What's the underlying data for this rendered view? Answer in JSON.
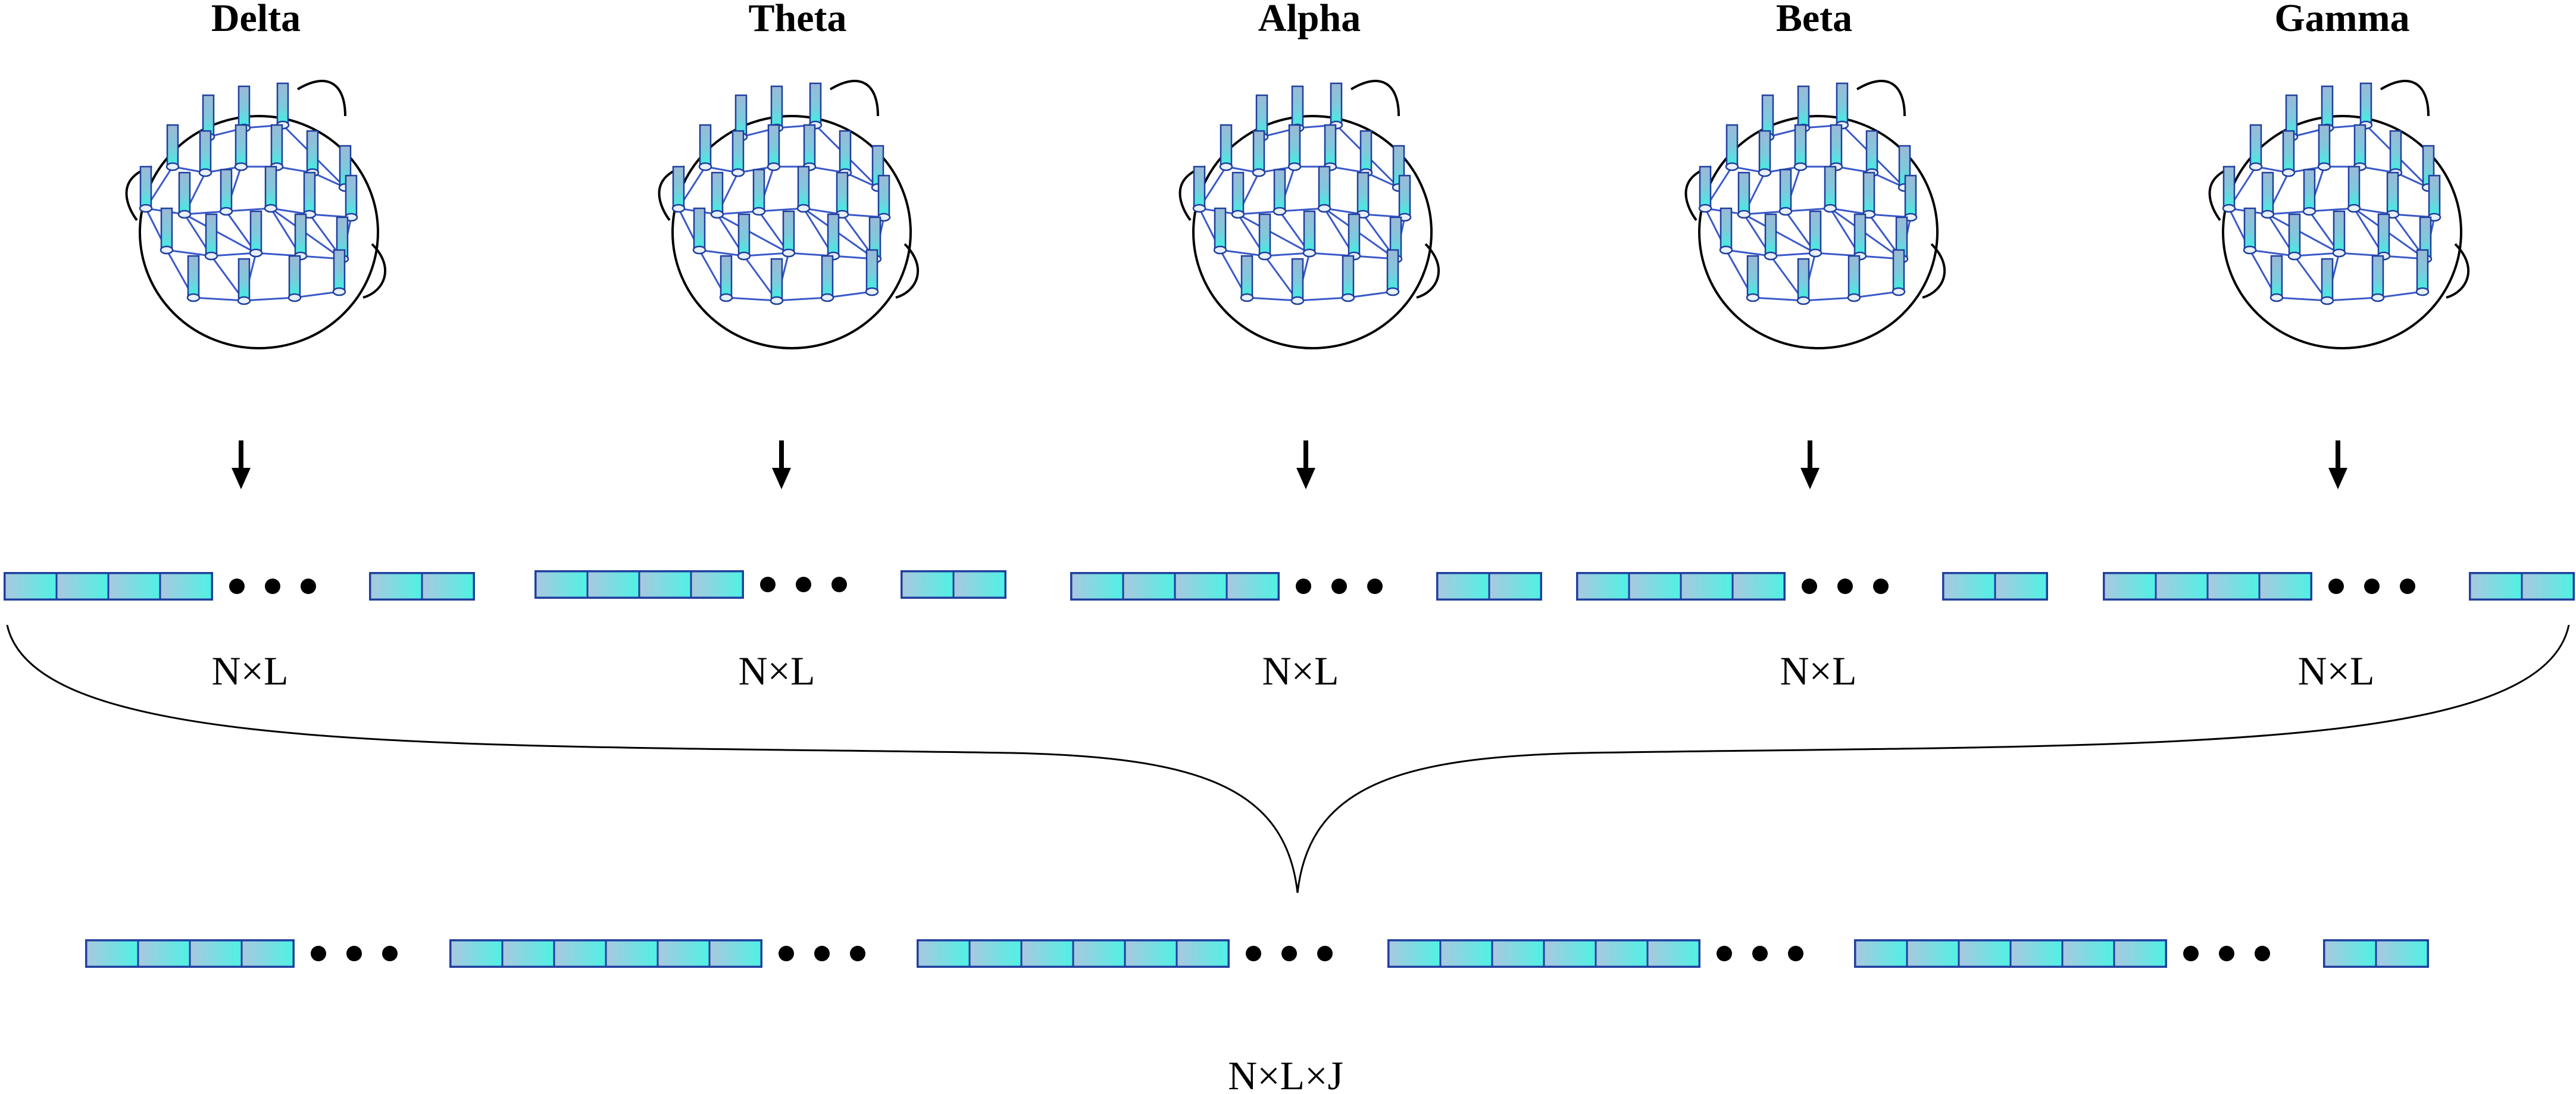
{
  "colors": {
    "cell_fill_light": "#aac7df",
    "cell_fill_cyan": "#4ef2e4",
    "cell_border": "#1f3f9e",
    "network_line": "#3a59c8",
    "ink": "#000000"
  },
  "bands": [
    {
      "title": "Delta",
      "dim_label": "N×L",
      "network_icon": "eeg-head-network-icon"
    },
    {
      "title": "Theta",
      "dim_label": "N×L",
      "network_icon": "eeg-head-network-icon"
    },
    {
      "title": "Alpha",
      "dim_label": "N×L",
      "network_icon": "eeg-head-network-icon"
    },
    {
      "title": "Beta",
      "dim_label": "N×L",
      "network_icon": "eeg-head-network-icon"
    },
    {
      "title": "Gamma",
      "dim_label": "N×L",
      "network_icon": "eeg-head-network-icon"
    }
  ],
  "concat": {
    "dim_label": "N×L×J"
  }
}
